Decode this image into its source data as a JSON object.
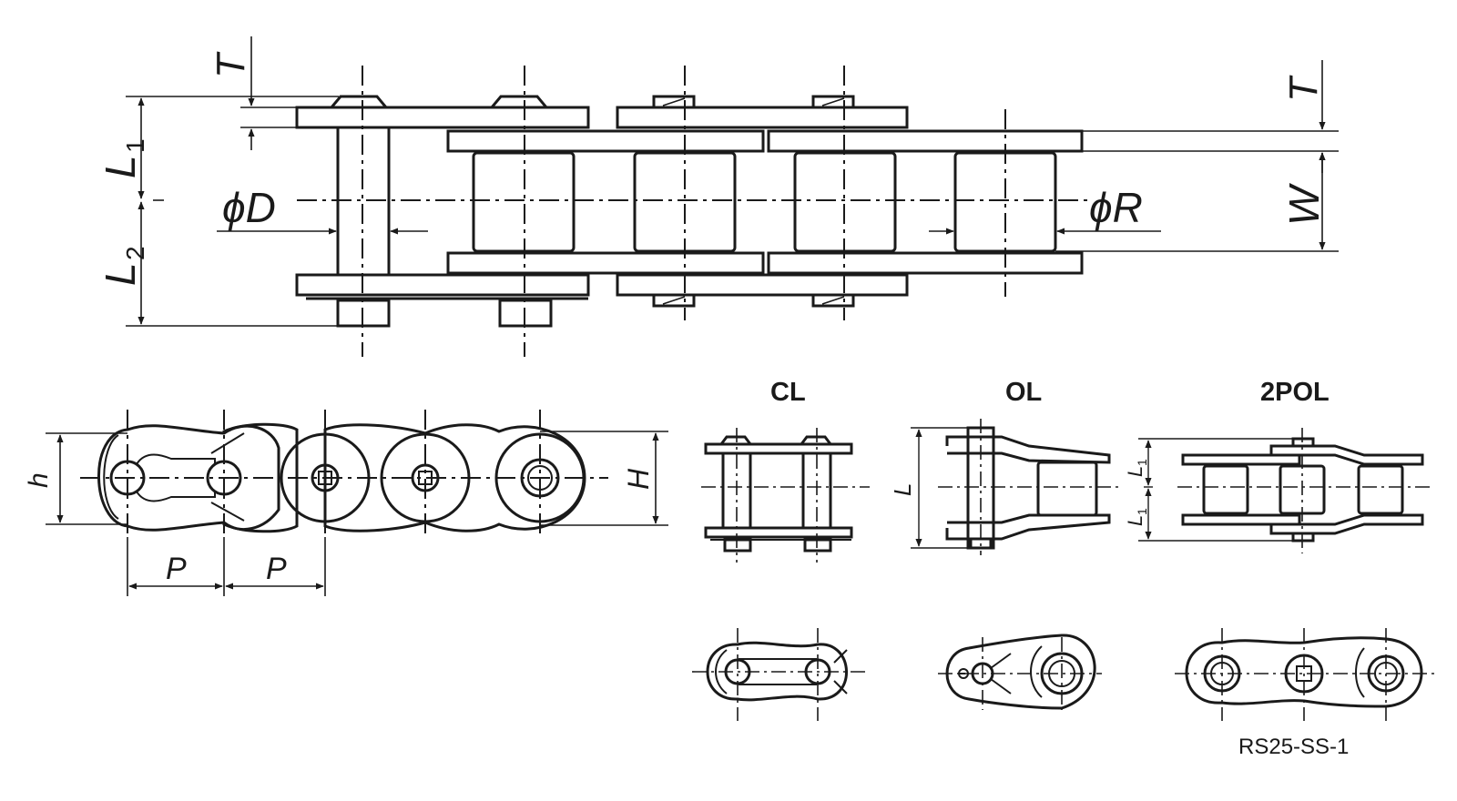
{
  "labels": {
    "T": "T",
    "L1": "L",
    "L1_sub": "1",
    "L2": "L",
    "L2_sub": "2",
    "phiD": "ϕD",
    "phiR": "ϕR",
    "W": "W",
    "h": "h",
    "H": "H",
    "P": "P",
    "L": "L",
    "CL": "CL",
    "OL": "OL",
    "POL2": "2POL",
    "model": "RS25-SS-1"
  },
  "colors": {
    "line": "#1a1a1a",
    "fill": "#ffffff"
  }
}
